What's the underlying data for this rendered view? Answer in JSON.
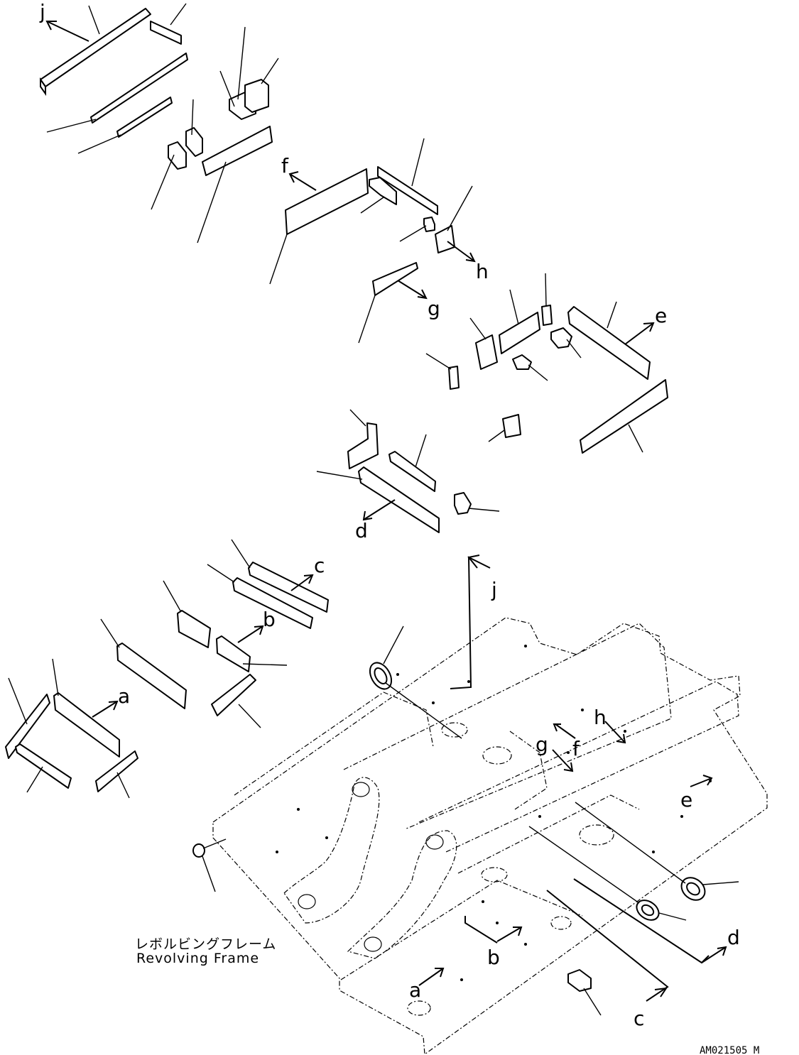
{
  "labels": {
    "a": "a",
    "b": "b",
    "c": "c",
    "d": "d",
    "e": "e",
    "f": "f",
    "g": "g",
    "h": "h",
    "j": "j"
  },
  "frame_labels": {
    "a": "a",
    "b": "b",
    "c": "c",
    "d": "d",
    "e": "e",
    "f": "f",
    "g": "g",
    "h": "h",
    "j": "j"
  },
  "caption": {
    "japanese": "レボルビングフレーム",
    "english": "Revolving Frame"
  },
  "doc_id": "AM021505 M"
}
